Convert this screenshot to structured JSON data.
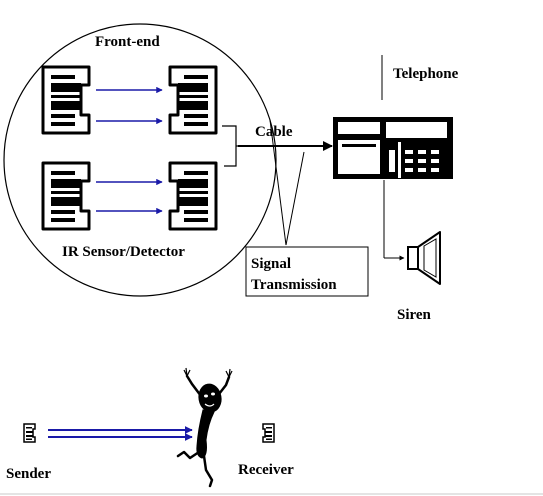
{
  "labels": {
    "front_end": "Front-end",
    "ir_sensor": "IR Sensor/Detector",
    "cable": "Cable",
    "telephone": "Telephone",
    "signal_line1": "Signal",
    "signal_line2": "Transmission",
    "siren": "Siren",
    "sender": "Sender",
    "receiver": "Receiver"
  },
  "colors": {
    "beam": "#1a1aa8",
    "ink": "#000000",
    "background": "#ffffff"
  },
  "icons": {
    "sensor": "ir-sensor-icon",
    "telephone": "telephone-icon",
    "siren": "siren-speaker-icon",
    "person": "intruder-figure-icon"
  }
}
